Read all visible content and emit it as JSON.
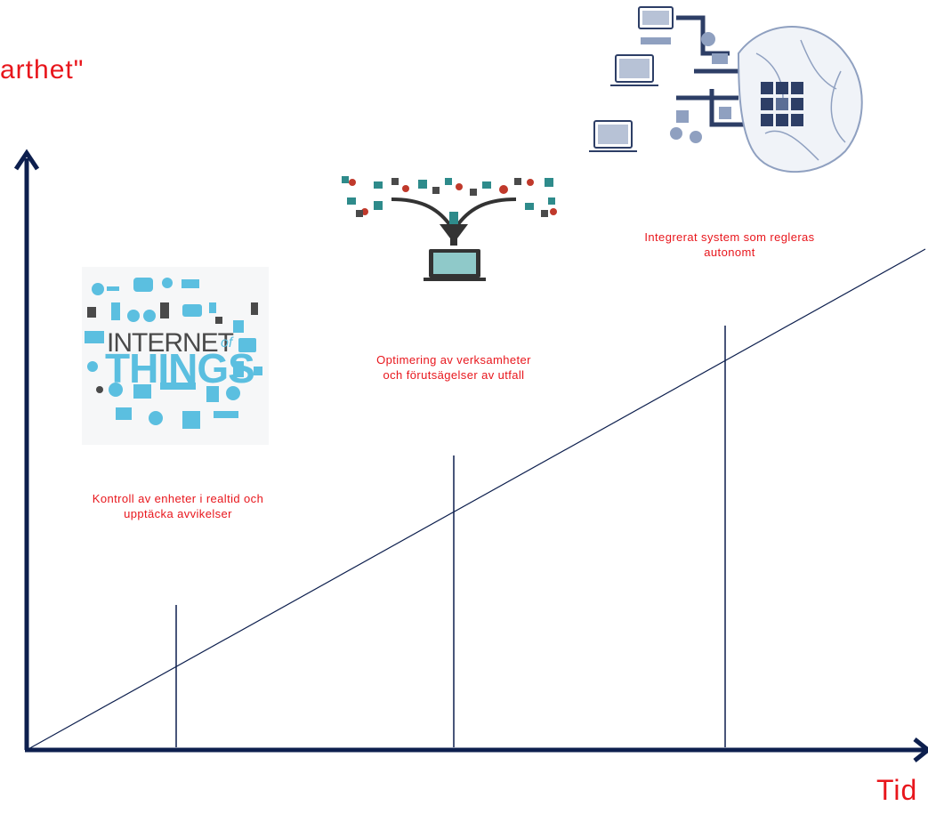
{
  "y_axis_title": "arthet\"",
  "x_axis_title": "Tid",
  "stages": [
    {
      "label_line1": "Kontroll av enheter i realtid och",
      "label_line2": "upptäcka avvikelser",
      "icon": "internet-of-things-collage"
    },
    {
      "label_line1": "Optimering av verksamheter",
      "label_line2": "och förutsägelser av utfall",
      "icon": "data-funnel-to-laptop"
    },
    {
      "label_line1": "Integrerat system som regleras",
      "label_line2": "autonomt",
      "icon": "circuit-brain-network"
    }
  ],
  "iot_logo": {
    "word1": "INTERNET",
    "word2": "of",
    "word3": "THINGS"
  },
  "colors": {
    "axis": "#0d1f4e",
    "label": "#e8161c",
    "icon_blue": "#5bbfe0",
    "icon_dark": "#2d3e66"
  }
}
